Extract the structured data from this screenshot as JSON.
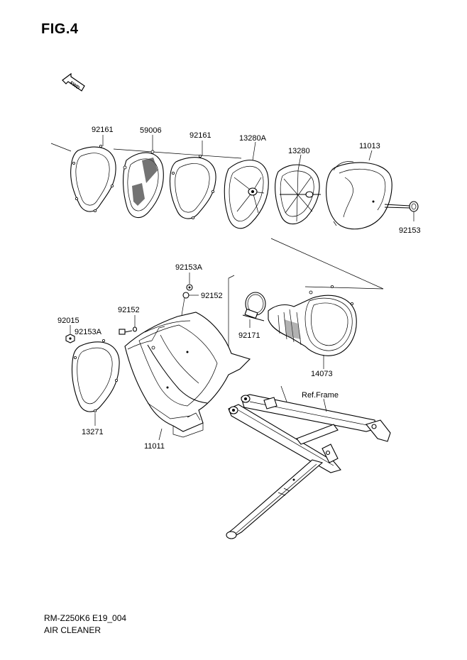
{
  "figure": {
    "title": "FIG.4",
    "fwd_text": "FWD",
    "footer_code": "RM-Z250K6 E19_004",
    "footer_name": "AIR CLEANER"
  },
  "parts": {
    "p92161a": "92161",
    "p59006": "59006",
    "p92161b": "92161",
    "p13280A": "13280A",
    "p13280": "13280",
    "p11013": "11013",
    "p92153": "92153",
    "p92153A_top": "92153A",
    "p92152_right": "92152",
    "p92152_left": "92152",
    "p92015": "92015",
    "p92153A_left": "92153A",
    "p92171": "92171",
    "p14073": "14073",
    "p13271": "13271",
    "p11011": "11011",
    "ref_frame": "Ref.Frame"
  },
  "colors": {
    "ink": "#000000",
    "paper": "#ffffff"
  }
}
